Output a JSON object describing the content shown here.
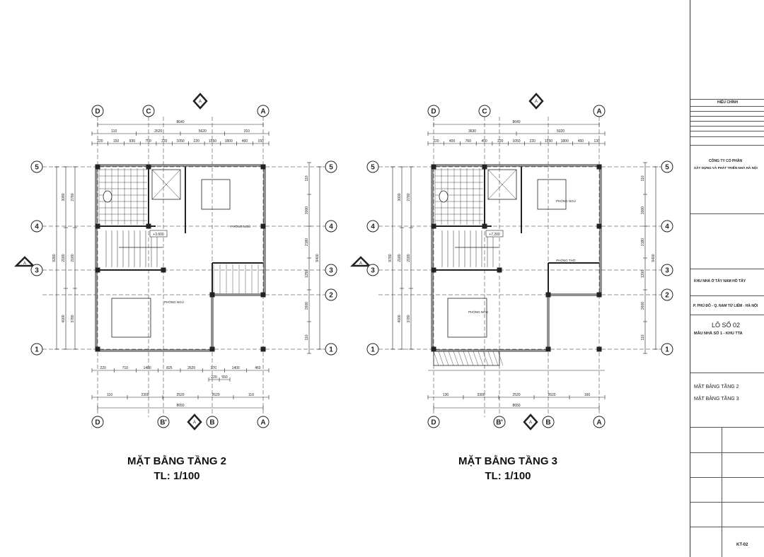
{
  "plans": [
    {
      "title": "MẶT BẰNG TẦNG 2",
      "scale": "TL: 1/100",
      "level": "+3.600",
      "rooms": [
        "PHÒNG NGỦ",
        "PHÒNG NGỦ"
      ],
      "grid_top": [
        "D",
        "C",
        "A"
      ],
      "grid_bottom": [
        "D",
        "B'",
        "B",
        "A"
      ],
      "grid_left": [
        "5",
        "4",
        "3",
        "1"
      ],
      "grid_right": [
        "5",
        "4",
        "3",
        "2",
        "1"
      ],
      "section_mark": "A",
      "dims_top_total": "8640",
      "dims_top_axes": [
        "110",
        "2620",
        "5620",
        "310"
      ],
      "dims_top_detail": [
        "220",
        "150",
        "930",
        "750",
        "220",
        "1050",
        "220",
        "1550",
        "1800",
        "460",
        "150"
      ],
      "dims_bottom_detail": [
        "220",
        "710",
        "1400",
        "825",
        "2620",
        "270",
        "1400",
        "460"
      ],
      "dims_bottom_sub": [
        "220",
        "550"
      ],
      "dims_bottom_axes": [
        "110",
        "2300",
        "2520",
        "2620",
        "110"
      ],
      "dims_bottom_total": "8650",
      "dims_left_outer": [
        "3080",
        "2180",
        "4000"
      ],
      "dims_left_inner": [
        "2780",
        "2180",
        "3780"
      ],
      "dims_left_total": "9280",
      "dims_right_axes": [
        "110",
        "3000",
        "2180",
        "1250",
        "2600",
        "110"
      ],
      "dims_right_total": "9400"
    },
    {
      "title": "MẶT BẰNG TẦNG 3",
      "scale": "TL: 1/100",
      "level": "+7.200",
      "rooms": [
        "PHÒNG NGỦ",
        "PHÒNG THỜ",
        "PHÒNG NGỦ"
      ],
      "grid_top": [
        "D",
        "C",
        "A"
      ],
      "grid_bottom": [
        "D",
        "B'",
        "B",
        "A"
      ],
      "grid_left": [
        "5",
        "4",
        "3",
        "1"
      ],
      "grid_right": [
        "5",
        "4",
        "3",
        "2",
        "1"
      ],
      "section_mark": "A",
      "dims_top_total": "8640",
      "dims_top_axes": [
        "3630",
        "5020"
      ],
      "dims_top_detail": [
        "220",
        "400",
        "760",
        "400",
        "220",
        "1050",
        "220",
        "1550",
        "1800",
        "450",
        "130"
      ],
      "dims_bottom_detail": [],
      "dims_bottom_sub": [],
      "dims_bottom_axes": [
        "130",
        "3300",
        "2520",
        "2620",
        "160"
      ],
      "dims_bottom_total": "8650",
      "dims_left_outer": [
        "3000",
        "2180",
        "4000"
      ],
      "dims_left_inner": [
        "2780",
        "2180",
        "3780"
      ],
      "dims_left_total": "9780",
      "dims_right_axes": [
        "110",
        "3000",
        "2180",
        "1200",
        "2600",
        "110"
      ],
      "dims_right_total": "9400"
    }
  ],
  "title_block": {
    "revision_header": "HIỆU CHỈNH",
    "company_line1": "CÔNG TY CỔ PHẦN",
    "company_line2": "XÂY DỰNG VÀ PHÁT TRIỂN NHÀ HÀ NỘI",
    "project": "KHU NHÀ Ở TÂY NAM HỒ TÂY",
    "location": "P. PHÚ ĐÔ - Q. NAM TỪ LIÊM - HÀ NỘI",
    "lot": "LÔ SỐ 02",
    "model": "MẪU NHÀ SỐ 1 - KHU TTA",
    "sheet_title_1": "MẶT BẰNG TẦNG 2",
    "sheet_title_2": "MẶT BẰNG TẦNG 3",
    "sheet_number": "KT-02"
  },
  "colors": {
    "line": "#222222",
    "grid": "#555555",
    "paper": "#ffffff"
  }
}
